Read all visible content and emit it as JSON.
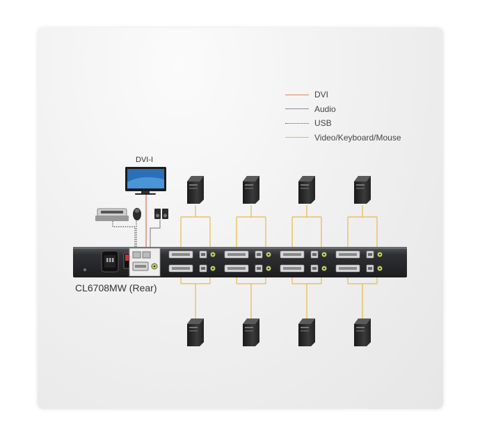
{
  "legend": [
    {
      "label": "DVI",
      "color": "#d98462",
      "style": "solid"
    },
    {
      "label": "Audio",
      "color": "#8c8c8c",
      "style": "solid"
    },
    {
      "label": "USB",
      "color": "#555555",
      "style": "dotted"
    },
    {
      "label": "Video/Keyboard/Mouse",
      "color": "#e8b84a",
      "style": "solid"
    }
  ],
  "labels": {
    "monitor": "DVI-I",
    "device": "CL6708MW (Rear)"
  },
  "icons": {
    "monitor": "monitor-icon",
    "printer": "printer-icon",
    "mouse": "mouse-icon",
    "speakers": "speakers-icon",
    "computer": "computer-tower-icon"
  },
  "colors": {
    "panel": "#2e2e30",
    "accent": "#e8b84a"
  }
}
